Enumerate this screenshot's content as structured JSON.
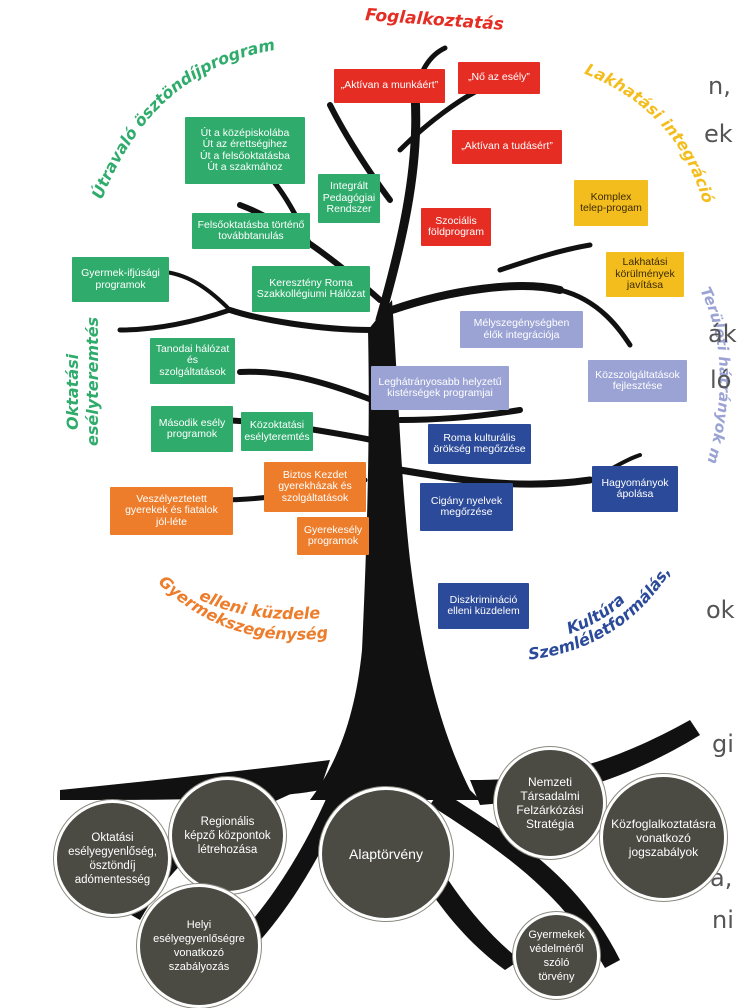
{
  "categories": {
    "employment": {
      "label": "Foglalkoztatás",
      "color": "#e52d24"
    },
    "scholarship": {
      "label": "Útravaló ösztöndíjprogram",
      "color": "#2fac6c"
    },
    "housing": {
      "label": "Lakhatási integráció",
      "color": "#f4bd1e"
    },
    "territorial": {
      "label": "Területi hátrányok mérséklése",
      "color": "#9ba3d4"
    },
    "education_line1": {
      "label": "Oktatási",
      "color": "#2fac6c"
    },
    "education_line2": {
      "label": "esélyteremtés",
      "color": "#2fac6c"
    },
    "child_poverty_line1": {
      "label": "Gyermekszegénység",
      "color": "#ee7d2b"
    },
    "child_poverty_line2": {
      "label": "elleni küzdelem",
      "color": "#ee7d2b"
    },
    "culture_line1": {
      "label": "Kultúra",
      "color": "#2b4a9a"
    },
    "culture_line2": {
      "label": "Szemléletformálás,",
      "color": "#2b4a9a"
    }
  },
  "boxes": {
    "aktivan_munka": "„Aktívan a munkáért”",
    "no_esely": "„Nő az esély”",
    "aktivan_tudas": "„Aktívan a tudásért”",
    "szocialis_fold": "Szociális\nföldprogram",
    "ut_a": "Út a középiskolába\nÚt az érettségihez\nÚt a felsőoktatásba\nÚt a szakmához",
    "integralt": "Integrált\nPedagógiai\nRendszer",
    "felsooktatas": "Felsőoktatásba történő\ntovábbtanulás",
    "gyermek_ifjusagi": "Gyermek-ifjúsági\nprogramok",
    "kereszteny": "Keresztény Roma\nSzakkollégiumi Hálózat",
    "tanodai": "Tanodai hálózat\nés szolgáltatások",
    "masodik_esely": "Második esély\nprogramok",
    "kozoktatasi": "Közoktatási\nesélyteremtés",
    "biztos_kezdet": "Biztos Kezdet\ngyerekházak és\nszolgáltatások",
    "veszelyeztetett": "Veszélyeztetett\ngyerekek és fiatalok\njól-léte",
    "gyerekesely": "Gyerekesély\nprogramok",
    "komplex": "Komplex\ntelep-progam",
    "lakhatasi": "Lakhatási\nkörülmények\njavítása",
    "melyszegeny": "Mélyszegénységben\nélők integrációja",
    "leghatranyosabb": "Leghátrányosabb helyzetű\nkistérségek programjai",
    "kozszolgaltatas": "Közszolgáltatások\nfejlesztése",
    "roma_kulturalis": "Roma kulturális\nörökség megőrzése",
    "hagyomanyok": "Hagyományok\nápolása",
    "cigany": "Cigány nyelvek\nmegőrzése",
    "diszkriminacio": "Diszkrimináció\nelleni küzdelem"
  },
  "roots": {
    "oktatasi": "Oktatási\nesélyegyenlőség,\nösztöndíj\nadómentesség",
    "regionalis": "Regionális\nképző központok\nlétrehozása",
    "helyi": "Helyi\nesélyegyenlőségre\nvonatkozó\nszabályozás",
    "alaptorveny": "Alaptörvény",
    "nemzeti": "Nemzeti\nTársadalmi\nFelzárkózási\nStratégia",
    "kozfoglalkoztatas": "Közfoglalkoztatásra\nvonatkozó\njogszabályok",
    "gyermekek": "Gyermekek\nvédelméről\nszóló\ntörvény"
  },
  "edge_fragments": [
    "n,",
    "ek",
    "ák",
    "ló",
    "ok",
    "gi",
    "a,",
    "ni"
  ]
}
